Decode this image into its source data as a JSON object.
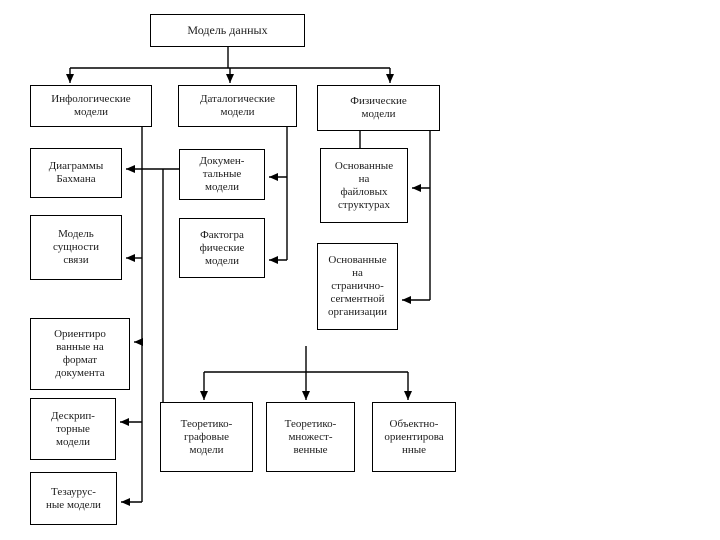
{
  "title": "Модель данных — классификация моделей данных",
  "colors": {
    "background": "#ffffff",
    "box_border": "#000000",
    "line": "#000000",
    "text": "#1c1c1c"
  },
  "nodes": {
    "root": "Модель данных",
    "info": "Инфологические\nмодели",
    "datalog": "Даталогические\nмодели",
    "phys": "Физические\nмодели",
    "bachman": "Диаграммы\nБахмана",
    "entity": "Модель\nсущности\nсвязи",
    "doc_format": "Ориентиро\nванные на\nформат\nдокумента",
    "descriptor": "Дескрип-\nторные\nмодели",
    "thesaurus": "Тезаурус-\nные модели",
    "documental": "Докумен-\nтальные\nмодели",
    "factographic": "Фактогра\nфические\nмодели",
    "file_based": "Основанные\nна\nфайловых\nструктурах",
    "page_segment": "Основанные\nна\nстранично-\nсегментной\nорганизации",
    "theor_graph": "Теоретико-\nграфовые\nмодели",
    "theor_set": "Теоретико-\nмножест-\nвенные",
    "object_oriented": "Объектно-\nориентирова\nнные"
  },
  "edges": [
    {
      "from": "root",
      "to": "info"
    },
    {
      "from": "root",
      "to": "datalog"
    },
    {
      "from": "root",
      "to": "phys"
    },
    {
      "from": "info",
      "to": "bachman"
    },
    {
      "from": "info",
      "to": "entity"
    },
    {
      "from": "info",
      "to": "doc_format"
    },
    {
      "from": "info",
      "to": "descriptor"
    },
    {
      "from": "info",
      "to": "thesaurus"
    },
    {
      "from": "datalog",
      "to": "documental"
    },
    {
      "from": "datalog",
      "to": "factographic"
    },
    {
      "from": "phys",
      "to": "file_based"
    },
    {
      "from": "phys",
      "to": "page_segment"
    },
    {
      "from": "documental",
      "to": "theor_graph"
    },
    {
      "from": "documental",
      "to": "theor_set"
    },
    {
      "from": "documental",
      "to": "object_oriented"
    }
  ]
}
